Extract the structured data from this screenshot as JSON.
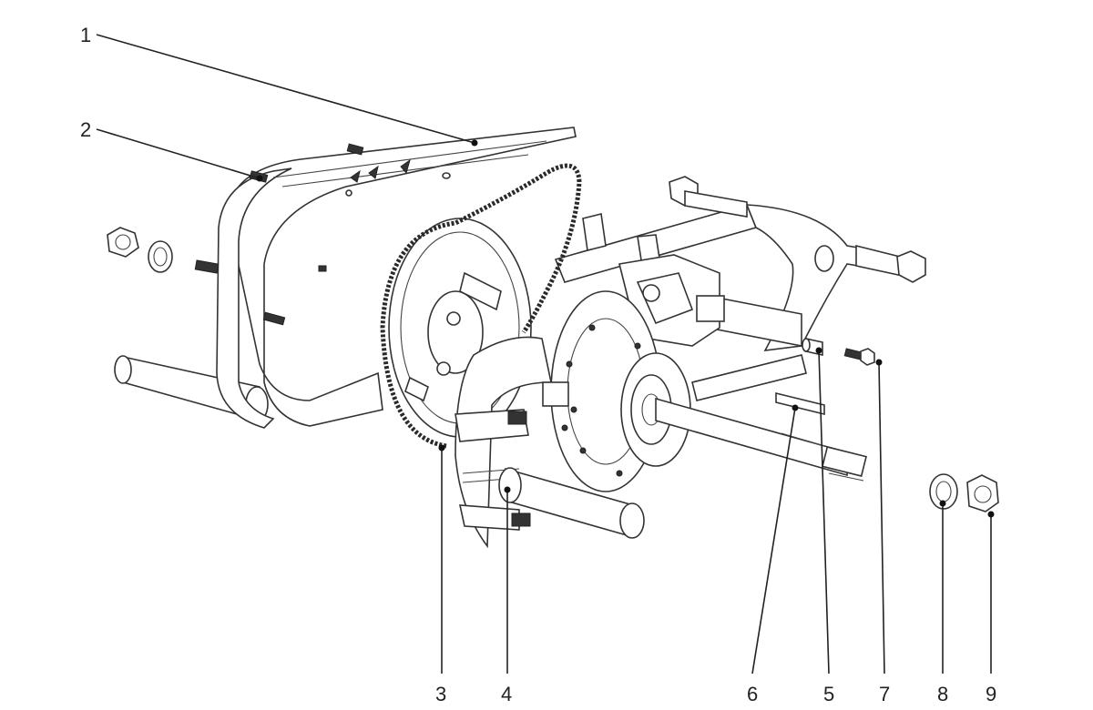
{
  "diagram": {
    "type": "exploded-parts-drawing",
    "callouts": [
      {
        "id": "c1",
        "number": "1",
        "part": "chain-guard"
      },
      {
        "id": "c2",
        "number": "2",
        "part": "bolt"
      },
      {
        "id": "c3",
        "number": "3",
        "part": "drive-chain"
      },
      {
        "id": "c4",
        "number": "4",
        "part": "brake-caliper-shield"
      },
      {
        "id": "c6",
        "number": "6",
        "part": "key"
      },
      {
        "id": "c5",
        "number": "5",
        "part": "spacer-pin"
      },
      {
        "id": "c7",
        "number": "7",
        "part": "bolt"
      },
      {
        "id": "c8",
        "number": "8",
        "part": "washer"
      },
      {
        "id": "c9",
        "number": "9",
        "part": "nut"
      }
    ]
  }
}
